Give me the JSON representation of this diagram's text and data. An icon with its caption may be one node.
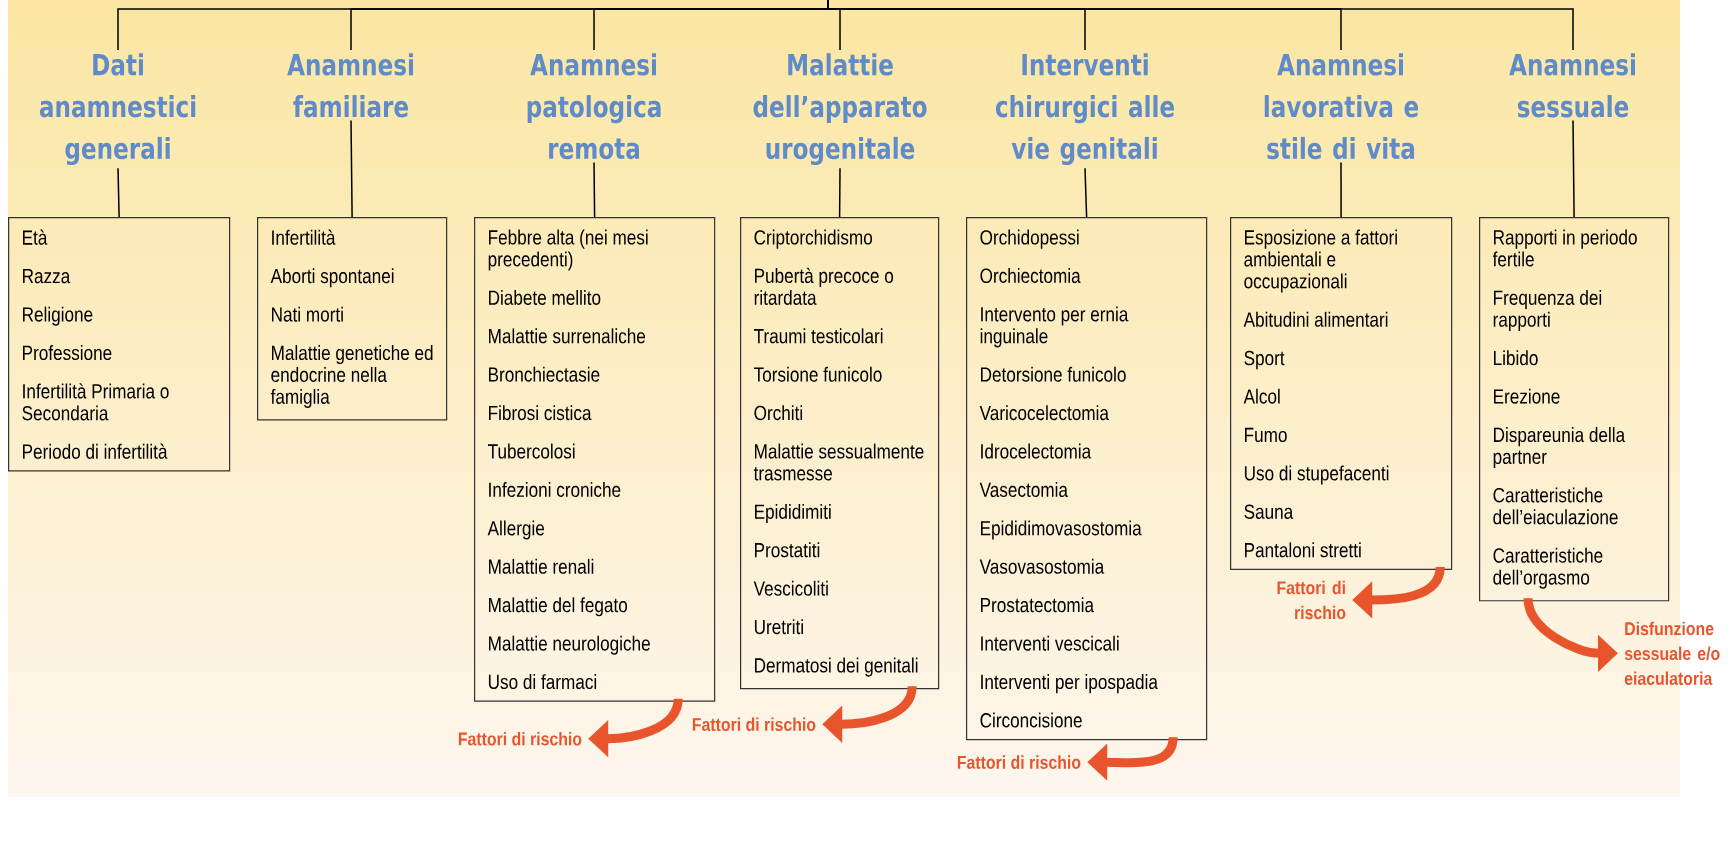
{
  "diagram": {
    "nodes": [
      {
        "text": [
          "Dati anamnestici generali"
        ]
      },
      {
        "text": [
          "Anamnesi familiare"
        ]
      },
      {
        "text": [
          "Anamnesi patologica remota"
        ]
      },
      {
        "text": [
          "Malattie dell’apparato urogenitale"
        ]
      },
      {
        "text": [
          "Interventi chirurgici alle vie genitali"
        ]
      },
      {
        "text": [
          "Anamnesi lavorativa e stile di vita"
        ]
      },
      {
        "text": [
          "Anamnesi sessuale"
        ]
      },
      {
        "text": [
          "Età",
          "Razza",
          "Religione",
          "Professione",
          "Infertilità Primaria o Secondaria",
          "Periodo di infertilità"
        ]
      },
      {
        "text": [
          "Infertilità",
          "Aborti spontanei",
          "Nati morti",
          "Malattie genetiche ed endocrine nella famiglia"
        ]
      },
      {
        "text": [
          "Febbre alta (nei mesi precedenti)",
          "Diabete mellito",
          "Malattie surrenaliche",
          "Bronchiectasie",
          "Fibrosi cistica",
          "Tubercolosi",
          "Infezioni croniche",
          "Allergie",
          "Malattie renali",
          "Malattie del fegato",
          "Malattie neurologiche",
          "Uso di farmaci"
        ]
      },
      {
        "text": [
          "Criptorchidismo",
          "Pubertà precoce o ritardata",
          "Traumi testicolari",
          "Torsione funicolo",
          "Orchiti",
          "Malattie sessualmente trasmesse",
          "Epididimiti",
          "Prostatiti",
          "Vescicoliti",
          "Uretriti",
          "Dermatosi dei genitali"
        ]
      },
      {
        "text": [
          "Orchidopessi",
          "Orchiectomia",
          "Intervento per ernia inguinale",
          "Detorsione funicolo",
          "Varicocelectomia",
          "Idrocelectomia",
          "Vasectomia",
          "Epididimovasostomia",
          "Vasovasostomia",
          "Prostatectomia",
          "Interventi vescicali",
          "Interventi per ipospadia",
          "Circoncisione"
        ]
      },
      {
        "text": [
          "Esposizione a fattori ambientali e occupazionali",
          "Abitudini alimentari",
          "Sport",
          "Alcol",
          "Fumo",
          "Uso di stupefacenti",
          "Sauna",
          "Pantaloni stretti"
        ]
      },
      {
        "text": [
          "Rapporti in periodo fertile",
          "Frequenza dei rapporti",
          "Libido",
          "Erezione",
          "Dispareunia della partner",
          "Caratteristiche dell’eiaculazione",
          "Caratteristiche dell’orgasmo"
        ]
      },
      {
        "text": [
          "Fattori di rischio"
        ]
      },
      {
        "text": [
          "Fattori di rischio"
        ]
      },
      {
        "text": [
          "Fattori di rischio"
        ]
      },
      {
        "text": [
          "Fattori di rischio"
        ]
      },
      {
        "text": [
          "Disfunzione sessuale e/o eiaculatoria"
        ]
      }
    ],
    "edges": [
      {
        "from": null,
        "to": 0,
        "arrow": "none"
      },
      {
        "from": null,
        "to": 1,
        "arrow": "none"
      },
      {
        "from": null,
        "to": 2,
        "arrow": "none"
      },
      {
        "from": null,
        "to": 3,
        "arrow": "none"
      },
      {
        "from": null,
        "to": 4,
        "arrow": "none"
      },
      {
        "from": null,
        "to": 5,
        "arrow": "none"
      },
      {
        "from": null,
        "to": 6,
        "arrow": "none"
      },
      {
        "from": 0,
        "to": 7,
        "arrow": "none"
      },
      {
        "from": 1,
        "to": 8,
        "arrow": "none"
      },
      {
        "from": 2,
        "to": 9,
        "arrow": "none"
      },
      {
        "from": 3,
        "to": 10,
        "arrow": "none"
      },
      {
        "from": 4,
        "to": 11,
        "arrow": "none"
      },
      {
        "from": 5,
        "to": 12,
        "arrow": "none"
      },
      {
        "from": 6,
        "to": 13,
        "arrow": "none"
      },
      {
        "from": 9,
        "to": 14,
        "arrow": "to",
        "style": "thick",
        "color": "#e8542c"
      },
      {
        "from": 10,
        "to": 15,
        "arrow": "to",
        "style": "thick",
        "color": "#e8542c"
      },
      {
        "from": 11,
        "to": 16,
        "arrow": "to",
        "style": "thick",
        "color": "#e8542c"
      },
      {
        "from": 12,
        "to": 17,
        "arrow": "to",
        "style": "thick",
        "color": "#e8542c"
      },
      {
        "from": 13,
        "to": 18,
        "arrow": "to",
        "style": "thick",
        "color": "#e8542c"
      }
    ]
  }
}
